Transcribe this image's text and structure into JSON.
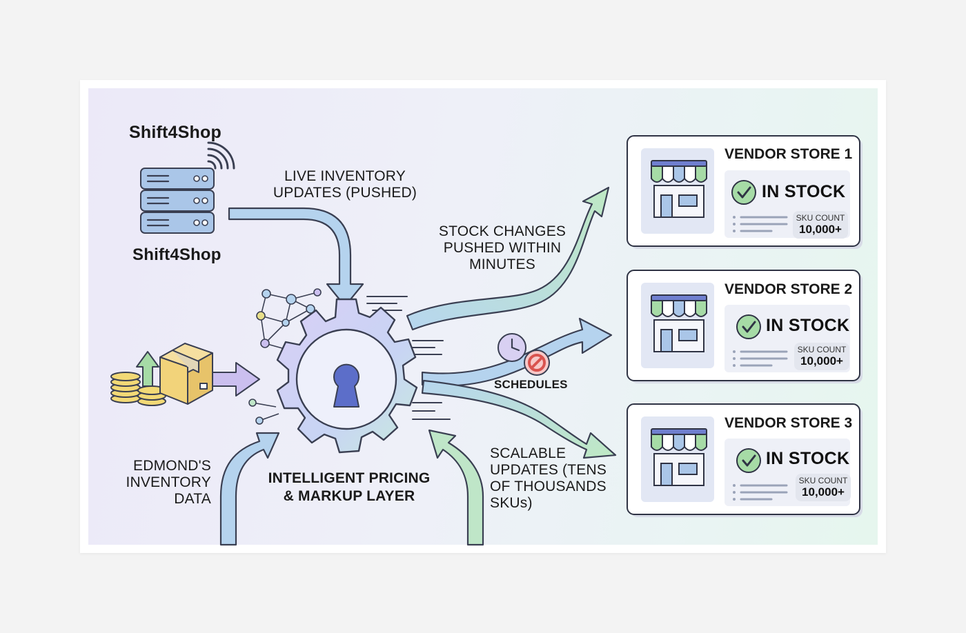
{
  "source": {
    "title": "Shift4Shop",
    "caption": "Shift4Shop"
  },
  "flows": {
    "live_updates": "LIVE INVENTORY UPDATES (PUSHED)",
    "stock_changes": "STOCK CHANGES PUSHED WITHIN MINUTES",
    "schedules": "SCHEDULES",
    "scalable": "SCALABLE UPDATES (TENS OF THOUSANDS SKUs)",
    "edmond": "EDMOND'S INVENTORY DATA"
  },
  "center": {
    "title_line1": "INTELLIGENT PRICING",
    "title_line2": "& MARKUP LAYER"
  },
  "stores": [
    {
      "name": "VENDOR STORE 1",
      "status": "IN STOCK",
      "sku_label": "SKU COUNT",
      "sku_value": "10,000+"
    },
    {
      "name": "VENDOR STORE 2",
      "status": "IN STOCK",
      "sku_label": "SKU COUNT",
      "sku_value": "10,000+"
    },
    {
      "name": "VENDOR STORE 3",
      "status": "IN STOCK",
      "sku_label": "SKU COUNT",
      "sku_value": "10,000+"
    }
  ],
  "colors": {
    "arrow_blue": "#b5d3ee",
    "arrow_green": "#bfe6c8",
    "arrow_purple": "#cbbfef",
    "outline": "#3a3f52",
    "server_fill": "#aac6e8",
    "gear_fill": "#cfd3f5",
    "keyhole": "#5c6ec9",
    "check_green": "#a6dba6"
  }
}
